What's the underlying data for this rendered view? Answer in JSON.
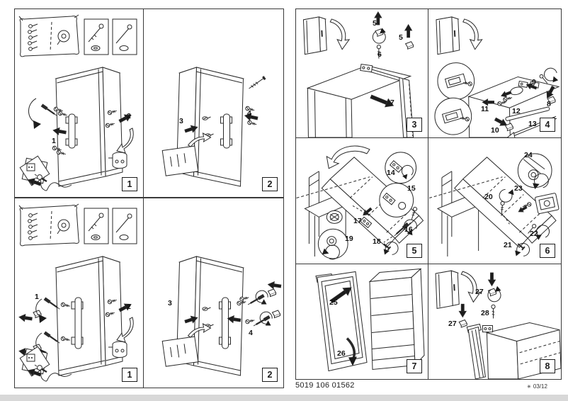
{
  "footer": {
    "part_number": "5019 106 01562",
    "edition": "03/12",
    "print_mark": "✳"
  },
  "left_page": {
    "sections": [
      {
        "panels": [
          {
            "label": "1",
            "steps": [
              "1",
              "2"
            ]
          },
          {
            "label": "2",
            "steps": [
              "3",
              "4"
            ]
          }
        ]
      },
      {
        "panels": [
          {
            "label": "1",
            "steps": [
              "1",
              "2"
            ]
          },
          {
            "label": "2",
            "steps": [
              "3",
              "4"
            ]
          }
        ]
      }
    ]
  },
  "right_page": {
    "panels": [
      {
        "label": "3",
        "steps": [
          "5",
          "5",
          "6",
          "7"
        ]
      },
      {
        "label": "4",
        "steps": [
          "8",
          "9",
          "10",
          "11",
          "12",
          "13"
        ]
      },
      {
        "label": "5",
        "steps": [
          "14",
          "15",
          "16",
          "17",
          "18",
          "19"
        ]
      },
      {
        "label": "6",
        "steps": [
          "20",
          "21",
          "22",
          "23",
          "24"
        ]
      },
      {
        "label": "7",
        "steps": [
          "25",
          "26"
        ]
      },
      {
        "label": "8",
        "steps": [
          "27",
          "27",
          "28"
        ]
      }
    ]
  }
}
